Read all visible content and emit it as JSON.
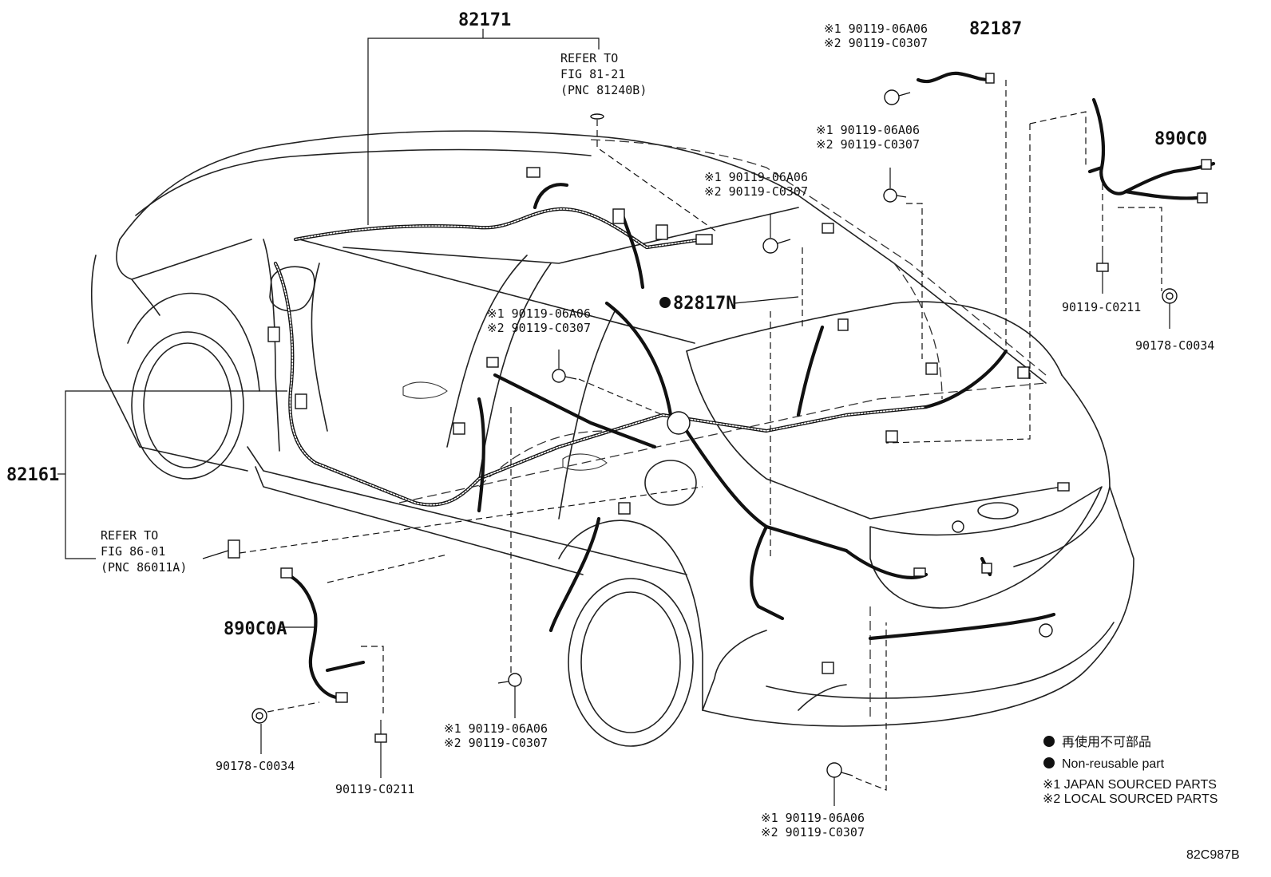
{
  "diagram": {
    "part_numbers": {
      "pnc_82171": "82171",
      "pnc_82187": "82187",
      "pnc_890C0": "890C0",
      "pnc_82161": "82161",
      "pnc_890C0A": "890C0A",
      "pnc_82817N": "82817N",
      "bolt_top_j": "※1 90119-06A06",
      "bolt_top_l": "※2 90119-C0307",
      "bolt_mid1_j": "※1 90119-06A06",
      "bolt_mid1_l": "※2 90119-C0307",
      "bolt_mid2_j": "※1 90119-06A06",
      "bolt_mid2_l": "※2 90119-C0307",
      "bolt_cen_j": "※1 90119-06A06",
      "bolt_cen_l": "※2 90119-C0307",
      "bolt_bot1_j": "※1 90119-06A06",
      "bolt_bot1_l": "※2 90119-C0307",
      "bolt_bot2_j": "※1 90119-06A06",
      "bolt_bot2_l": "※2 90119-C0307",
      "screw_r": "90119-C0211",
      "nut_r": "90178-C0034",
      "nut_l": "90178-C0034",
      "screw_l": "90119-C0211"
    },
    "references": {
      "top_line1": "REFER TO",
      "top_line2": "FIG 81-21",
      "top_line3": "(PNC 81240B)",
      "left_line1": "REFER TO",
      "left_line2": "FIG 86-01",
      "left_line3": "(PNC 86011A)"
    },
    "legend": {
      "jp": "再使用不可部品",
      "nonreusable": "Non-reusable part",
      "japan": "※1 JAPAN SOURCED PARTS",
      "local": "※2 LOCAL SOURCED PARTS"
    },
    "figure_id": "82C987B"
  }
}
